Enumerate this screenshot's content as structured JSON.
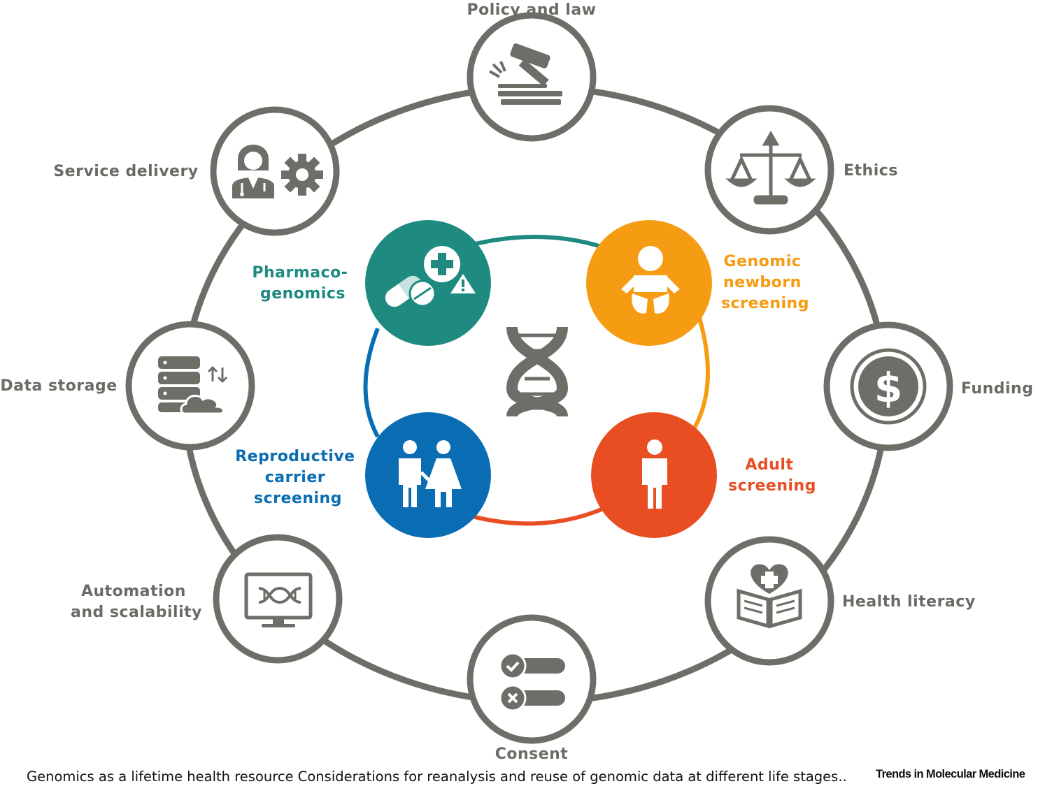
{
  "outer_ring": {
    "items": [
      {
        "label_lines": [
          "Policy and law"
        ],
        "icon": "gavel-icon"
      },
      {
        "label_lines": [
          "Ethics"
        ],
        "icon": "scales-icon"
      },
      {
        "label_lines": [
          "Funding"
        ],
        "icon": "dollar-coin-icon"
      },
      {
        "label_lines": [
          "Health literacy"
        ],
        "icon": "health-book-icon"
      },
      {
        "label_lines": [
          "Consent"
        ],
        "icon": "consent-checklist-icon"
      },
      {
        "label_lines": [
          "Automation",
          "and scalability"
        ],
        "icon": "dna-monitor-icon"
      },
      {
        "label_lines": [
          "Data storage"
        ],
        "icon": "database-cloud-icon"
      },
      {
        "label_lines": [
          "Service delivery"
        ],
        "icon": "doctor-gear-icon"
      }
    ]
  },
  "inner_ring": {
    "items": [
      {
        "label_lines": [
          "Pharmaco-",
          "genomics"
        ],
        "icon": "pills-icon",
        "color": "#1e8a80"
      },
      {
        "label_lines": [
          "Genomic",
          "newborn",
          "screening"
        ],
        "icon": "baby-icon",
        "color": "#f59c12"
      },
      {
        "label_lines": [
          "Adult",
          "screening"
        ],
        "icon": "adult-person-icon",
        "color": "#e84e22"
      },
      {
        "label_lines": [
          "Reproductive",
          "carrier",
          "screening"
        ],
        "icon": "couple-icon",
        "color": "#0a6db3"
      }
    ],
    "center_icon": "dna-icon"
  },
  "colors": {
    "ring_gray": "#6e6e68",
    "label_gray": "#6b6b66"
  },
  "caption": "Genomics as a lifetime health resource Considerations for reanalysis and reuse of genomic data at different life stages..",
  "journal": "Trends in Molecular Medicine"
}
